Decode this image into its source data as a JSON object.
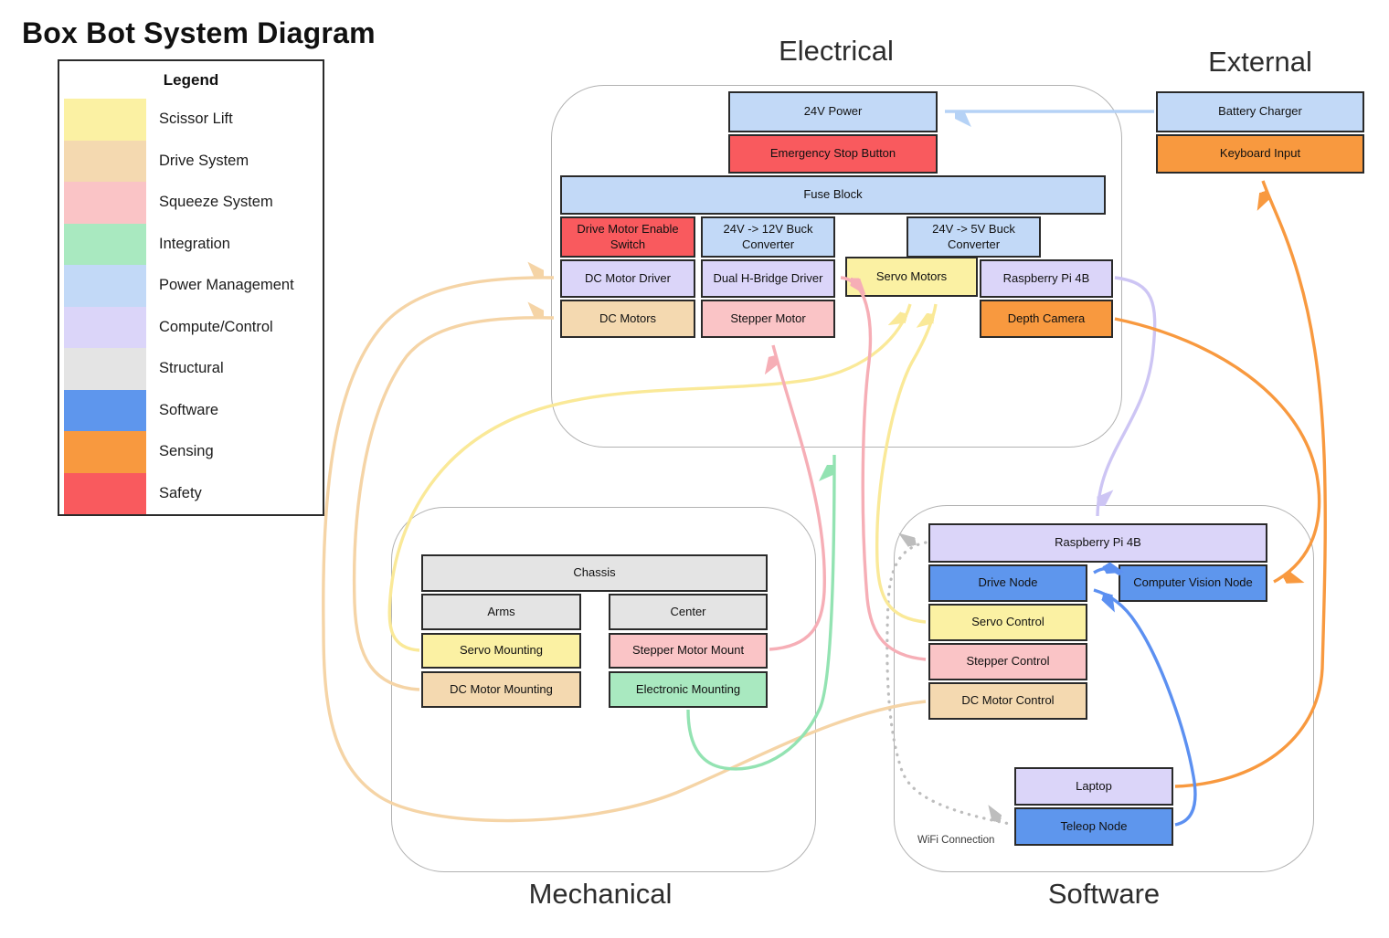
{
  "title": "Box Bot System Diagram",
  "palette": {
    "scissor": {
      "fill": "#FBF1A3",
      "stroke": "#FAE998"
    },
    "drive": {
      "fill": "#F4D9B0",
      "stroke": "#F5D4A6"
    },
    "squeeze": {
      "fill": "#FAC4C6",
      "stroke": "#F6AEB6"
    },
    "integration": {
      "fill": "#A9E9C0",
      "stroke": "#93E3B2"
    },
    "power": {
      "fill": "#C2D9F7",
      "stroke": "#B5D2F6"
    },
    "compute": {
      "fill": "#DBD5F9",
      "stroke": "#CDC5F4"
    },
    "structural": {
      "fill": "#E4E4E4",
      "stroke": "#CFCFCF"
    },
    "software": {
      "fill": "#5E96ED",
      "stroke": "#5C90F1"
    },
    "sensing": {
      "fill": "#F8993F",
      "stroke": "#F8993F"
    },
    "safety": {
      "fill": "#F95A5E",
      "stroke": "#F95A5E"
    },
    "wire": {
      "fill": "#BDBDBD",
      "stroke": "#BDBDBD"
    }
  },
  "legend": {
    "title": "Legend",
    "items": [
      {
        "label": "Scissor Lift",
        "key": "scissor"
      },
      {
        "label": "Drive System",
        "key": "drive"
      },
      {
        "label": "Squeeze System",
        "key": "squeeze"
      },
      {
        "label": "Integration",
        "key": "integration"
      },
      {
        "label": "Power Management",
        "key": "power"
      },
      {
        "label": "Compute/Control",
        "key": "compute"
      },
      {
        "label": "Structural",
        "key": "structural"
      },
      {
        "label": "Software",
        "key": "software"
      },
      {
        "label": "Sensing",
        "key": "sensing"
      },
      {
        "label": "Safety",
        "key": "safety"
      }
    ]
  },
  "groups": {
    "electrical": {
      "label": "Electrical",
      "nodes": [
        {
          "id": "24v-power",
          "label": "24V Power",
          "color": "power"
        },
        {
          "id": "emergency-stop",
          "label": "Emergency Stop Button",
          "color": "safety"
        },
        {
          "id": "fuse-block",
          "label": "Fuse Block",
          "color": "power"
        },
        {
          "id": "drive-motor-enable",
          "label": "Drive Motor Enable Switch",
          "color": "safety"
        },
        {
          "id": "buck-12v",
          "label": "24V -> 12V Buck Converter",
          "color": "power"
        },
        {
          "id": "buck-5v",
          "label": "24V -> 5V Buck Converter",
          "color": "power"
        },
        {
          "id": "dc-motor-driver",
          "label": "DC Motor Driver",
          "color": "compute"
        },
        {
          "id": "dual-h-bridge",
          "label": "Dual H-Bridge Driver",
          "color": "compute"
        },
        {
          "id": "servo-motors",
          "label": "Servo Motors",
          "color": "scissor"
        },
        {
          "id": "rpi-electrical",
          "label": "Raspberry Pi 4B",
          "color": "compute"
        },
        {
          "id": "dc-motors",
          "label": "DC Motors",
          "color": "drive"
        },
        {
          "id": "stepper-motor",
          "label": "Stepper Motor",
          "color": "squeeze"
        },
        {
          "id": "depth-camera",
          "label": "Depth Camera",
          "color": "sensing"
        }
      ]
    },
    "external": {
      "label": "External",
      "nodes": [
        {
          "id": "battery-charger",
          "label": "Battery Charger",
          "color": "power"
        },
        {
          "id": "keyboard-input",
          "label": "Keyboard Input",
          "color": "sensing"
        }
      ]
    },
    "mechanical": {
      "label": "Mechanical",
      "nodes": [
        {
          "id": "chassis",
          "label": "Chassis",
          "color": "structural"
        },
        {
          "id": "arms",
          "label": "Arms",
          "color": "structural"
        },
        {
          "id": "center",
          "label": "Center",
          "color": "structural"
        },
        {
          "id": "servo-mounting",
          "label": "Servo Mounting",
          "color": "scissor"
        },
        {
          "id": "stepper-motor-mount",
          "label": "Stepper Motor Mount",
          "color": "squeeze"
        },
        {
          "id": "dc-motor-mounting",
          "label": "DC Motor Mounting",
          "color": "drive"
        },
        {
          "id": "electronic-mounting",
          "label": "Electronic Mounting",
          "color": "integration"
        }
      ]
    },
    "software": {
      "label": "Software",
      "nodes": [
        {
          "id": "rpi-software",
          "label": "Raspberry Pi 4B",
          "color": "compute"
        },
        {
          "id": "drive-node",
          "label": "Drive Node",
          "color": "software"
        },
        {
          "id": "computer-vision-node",
          "label": "Computer Vision Node",
          "color": "software"
        },
        {
          "id": "servo-control",
          "label": "Servo Control",
          "color": "scissor"
        },
        {
          "id": "stepper-control",
          "label": "Stepper Control",
          "color": "squeeze"
        },
        {
          "id": "dc-motor-control",
          "label": "DC Motor Control",
          "color": "drive"
        },
        {
          "id": "laptop",
          "label": "Laptop",
          "color": "compute"
        },
        {
          "id": "teleop-node",
          "label": "Teleop Node",
          "color": "software"
        }
      ]
    }
  },
  "connections": [
    {
      "from": "battery-charger",
      "to": "24v-power",
      "color": "power",
      "style": "solid"
    },
    {
      "from": "rpi-electrical",
      "to": "rpi-software",
      "color": "compute",
      "style": "solid"
    },
    {
      "from": "depth-camera",
      "to": "computer-vision-node",
      "color": "sensing",
      "style": "solid"
    },
    {
      "from": "laptop",
      "to": "keyboard-input",
      "color": "sensing",
      "style": "solid"
    },
    {
      "from": "computer-vision-node",
      "to": "drive-node",
      "color": "software",
      "style": "solid"
    },
    {
      "from": "teleop-node",
      "to": "drive-node",
      "color": "software",
      "style": "solid"
    },
    {
      "from": "rpi-software",
      "to": "teleop-node",
      "color": "wire",
      "style": "dotted",
      "two_way": true,
      "label": "WiFi Connection"
    },
    {
      "from": "dc-motor-mounting",
      "to": "dc-motors",
      "color": "drive",
      "style": "solid"
    },
    {
      "from": "dc-motor-control",
      "to": "dc-motor-driver",
      "color": "drive",
      "style": "solid"
    },
    {
      "from": "servo-mounting",
      "to": "servo-motors",
      "color": "scissor",
      "style": "solid"
    },
    {
      "from": "servo-control",
      "to": "servo-motors",
      "color": "scissor",
      "style": "solid"
    },
    {
      "from": "stepper-motor-mount",
      "to": "stepper-motor",
      "color": "squeeze",
      "style": "solid"
    },
    {
      "from": "stepper-control",
      "to": "dual-h-bridge",
      "color": "squeeze",
      "style": "solid"
    },
    {
      "from": "electronic-mounting",
      "to": "electrical-group",
      "color": "integration",
      "style": "solid"
    }
  ]
}
